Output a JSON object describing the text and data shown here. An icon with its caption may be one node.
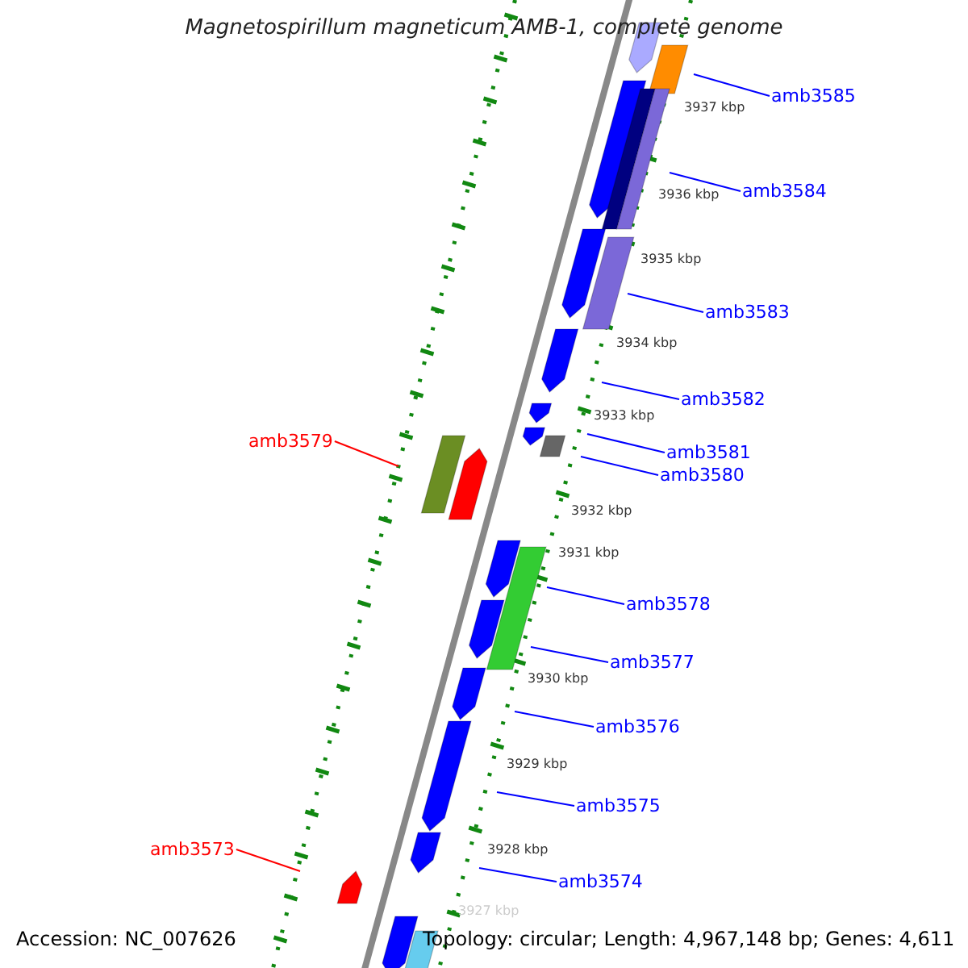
{
  "diagram": {
    "title": "Magnetospirillum magneticum AMB-1, complete genome",
    "nodes": [
      {
        "text": [
          "amb3585"
        ]
      },
      {
        "text": [
          "amb3584"
        ]
      },
      {
        "text": [
          "amb3583"
        ]
      },
      {
        "text": [
          "amb3582"
        ]
      },
      {
        "text": [
          "amb3579"
        ]
      },
      {
        "text": [
          "amb3581"
        ]
      },
      {
        "text": [
          "amb3580"
        ]
      },
      {
        "text": [
          "amb3578"
        ]
      },
      {
        "text": [
          "amb3577"
        ]
      },
      {
        "text": [
          "amb3576"
        ]
      },
      {
        "text": [
          "amb3575"
        ]
      },
      {
        "text": [
          "amb3573"
        ]
      },
      {
        "text": [
          "amb3574"
        ]
      }
    ],
    "edges": [
      {
        "from": 0,
        "to": null,
        "arrow": "none"
      },
      {
        "from": 1,
        "to": null,
        "arrow": "none"
      },
      {
        "from": 2,
        "to": null,
        "arrow": "none"
      },
      {
        "from": 3,
        "to": null,
        "arrow": "none"
      },
      {
        "from": 4,
        "to": null,
        "arrow": "none",
        "color": "#ff0000"
      },
      {
        "from": 5,
        "to": null,
        "arrow": "none"
      },
      {
        "from": 6,
        "to": null,
        "arrow": "none"
      },
      {
        "from": 7,
        "to": null,
        "arrow": "none"
      },
      {
        "from": 8,
        "to": null,
        "arrow": "none"
      },
      {
        "from": 9,
        "to": null,
        "arrow": "none"
      },
      {
        "from": 10,
        "to": null,
        "arrow": "none"
      },
      {
        "from": 11,
        "to": null,
        "arrow": "none",
        "color": "#ff0000"
      },
      {
        "from": 12,
        "to": null,
        "arrow": "none"
      }
    ],
    "labels": [
      "3937 kbp",
      "3936 kbp",
      "3935 kbp",
      "3934 kbp",
      "3933 kbp",
      "3932 kbp",
      "3931 kbp",
      "3930 kbp",
      "3929 kbp",
      "3928 kbp",
      "3927 kbp",
      "Accession: NC_007626",
      "Topology: circular; Length: 4,967,148 bp; Genes: 4,611"
    ]
  }
}
